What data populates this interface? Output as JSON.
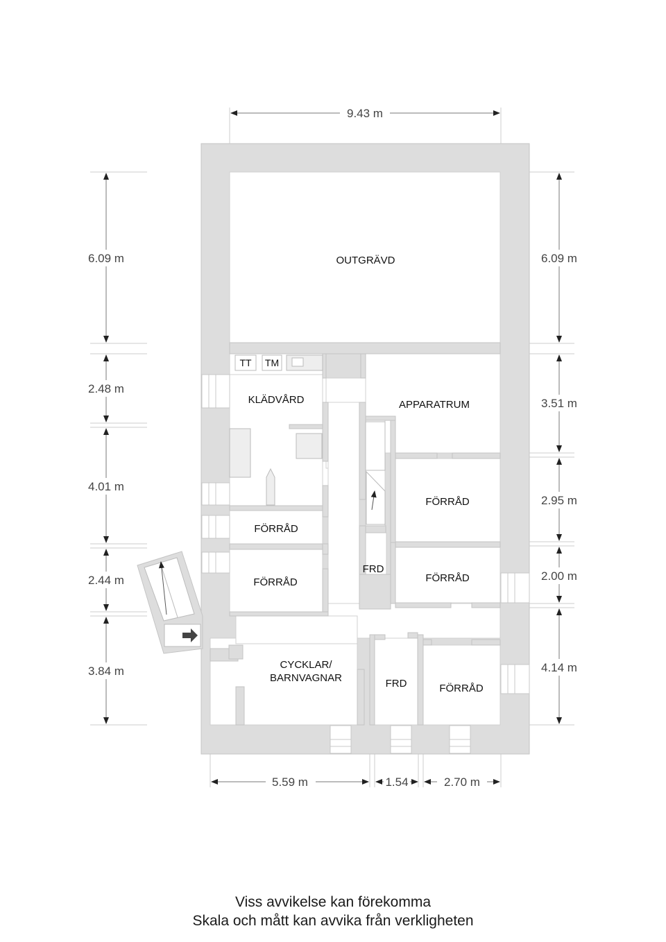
{
  "rooms": {
    "outgravd": "OUTGRÄVD",
    "kladvard": "KLÄDVÅRD",
    "apparatrum": "APPARATRUM",
    "forrad_right_upper": "FÖRRÅD",
    "forrad_left_mid": "FÖRRÅD",
    "forrad_left_lower": "FÖRRÅD",
    "forrad_right_lower": "FÖRRÅD",
    "frd_center": "FRD",
    "cyklar_line1": "CYCKLAR/",
    "cyklar_line2": "BARNVAGNAR",
    "frd_bottom": "FRD",
    "forrad_bottom": "FÖRRÅD",
    "tt": "TT",
    "tm": "TM"
  },
  "dimensions": {
    "top_width": "9.43 m",
    "left": [
      "6.09 m",
      "2.48 m",
      "4.01 m",
      "2.44 m",
      "3.84 m"
    ],
    "right": [
      "6.09 m",
      "3.51 m",
      "2.95 m",
      "2.00 m",
      "4.14 m"
    ],
    "bottom": [
      "5.59 m",
      "1.54",
      "2.70 m"
    ]
  },
  "footer": {
    "line1": "Viss avvikelse kan förekomma",
    "line2": "Skala och mått kan avvika från verkligheten"
  },
  "colors": {
    "wall": "#dddddd",
    "wall_stroke": "#c4c4c4",
    "room": "#ffffff",
    "dim_line": "#888888",
    "arrow": "#222222"
  }
}
